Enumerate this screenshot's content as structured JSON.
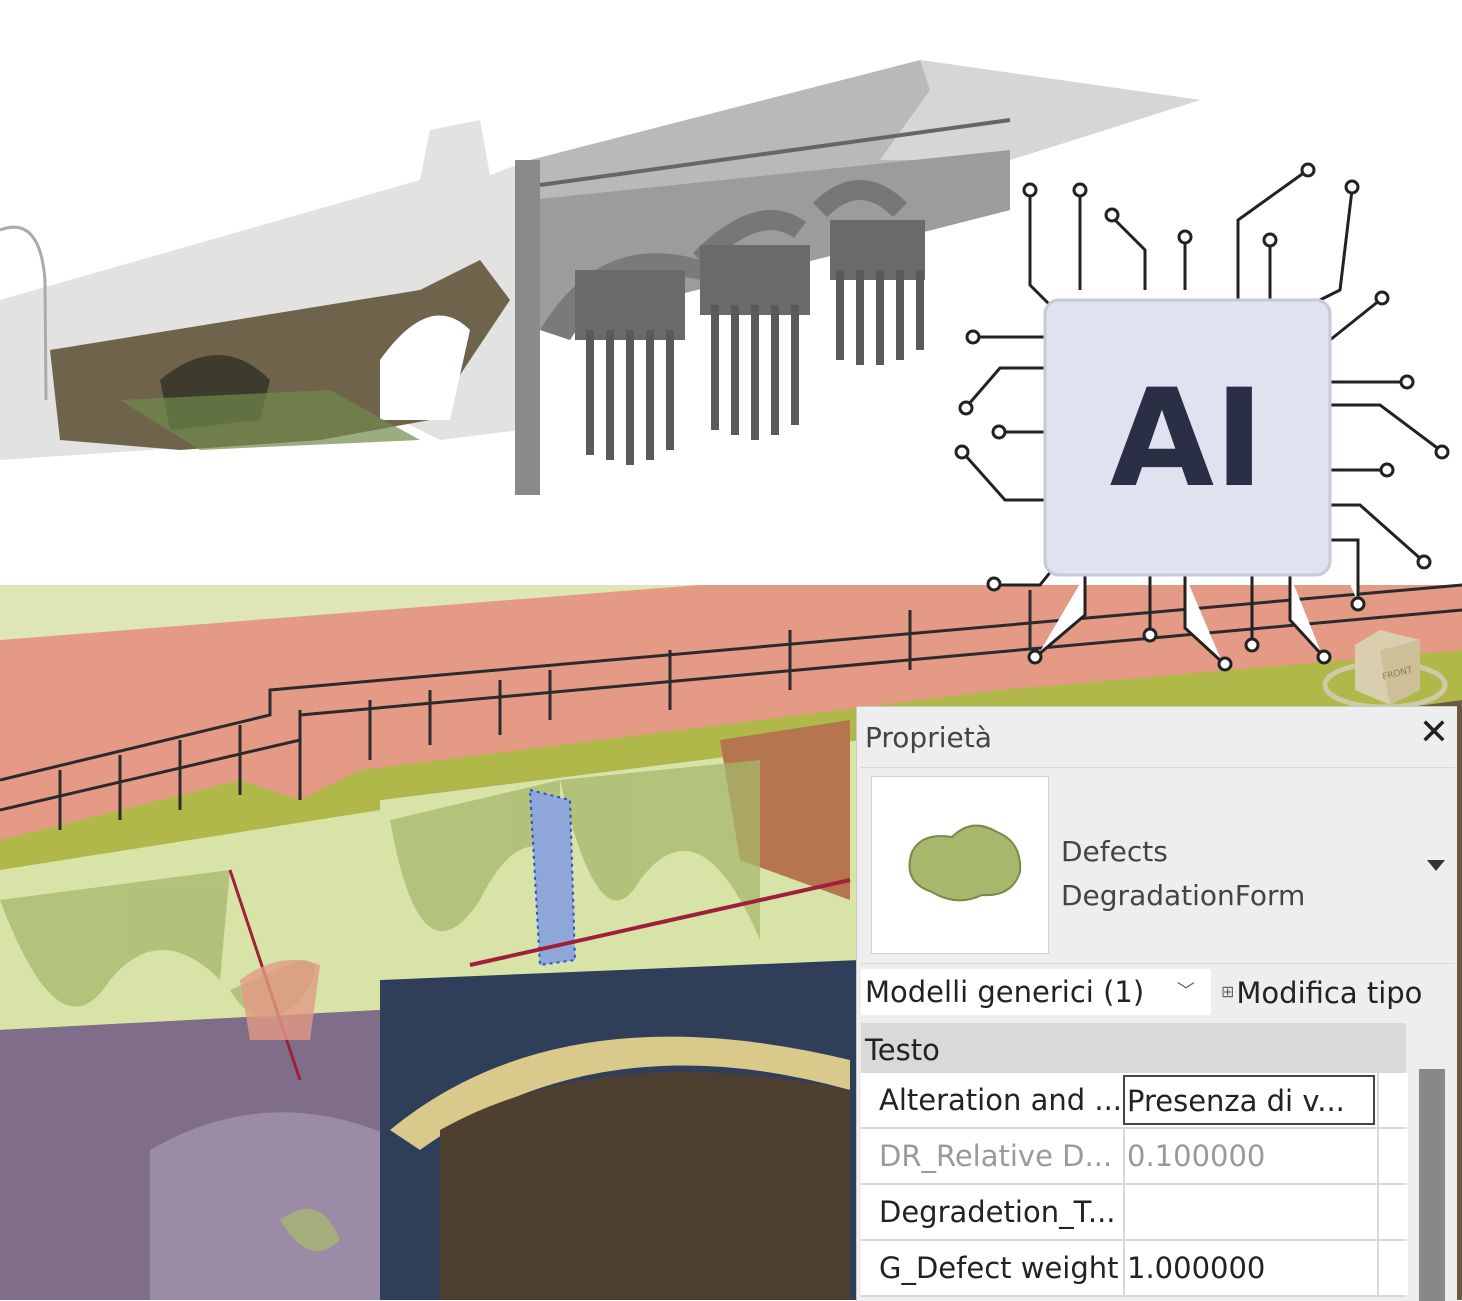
{
  "chip": {
    "label": "AI"
  },
  "view_cube": {
    "labels": [
      "FRONT"
    ]
  },
  "properties": {
    "title": "Proprietà",
    "close_icon": "close-icon",
    "type_family": "Defects",
    "type_name": "DegradationForm",
    "category_selector": "Modelli generici (1)",
    "edit_type_label": "Modifica tipo",
    "group": "Testo",
    "rows": [
      {
        "key": "Alteration and ...",
        "value": "Presenza di v..."
      },
      {
        "key": "DR_Relative D...",
        "value": "0.100000"
      },
      {
        "key": "Degradetion_T...",
        "value": ""
      },
      {
        "key": "G_Defect weight",
        "value": "1.000000"
      }
    ]
  },
  "colors": {
    "deck": "#e49a85",
    "parapet": "#d8e3a8",
    "arch_band": "#2f3f5a",
    "pier": "#8e7d98",
    "defect": "#a7b86c",
    "chip": "#dfe3ef"
  }
}
